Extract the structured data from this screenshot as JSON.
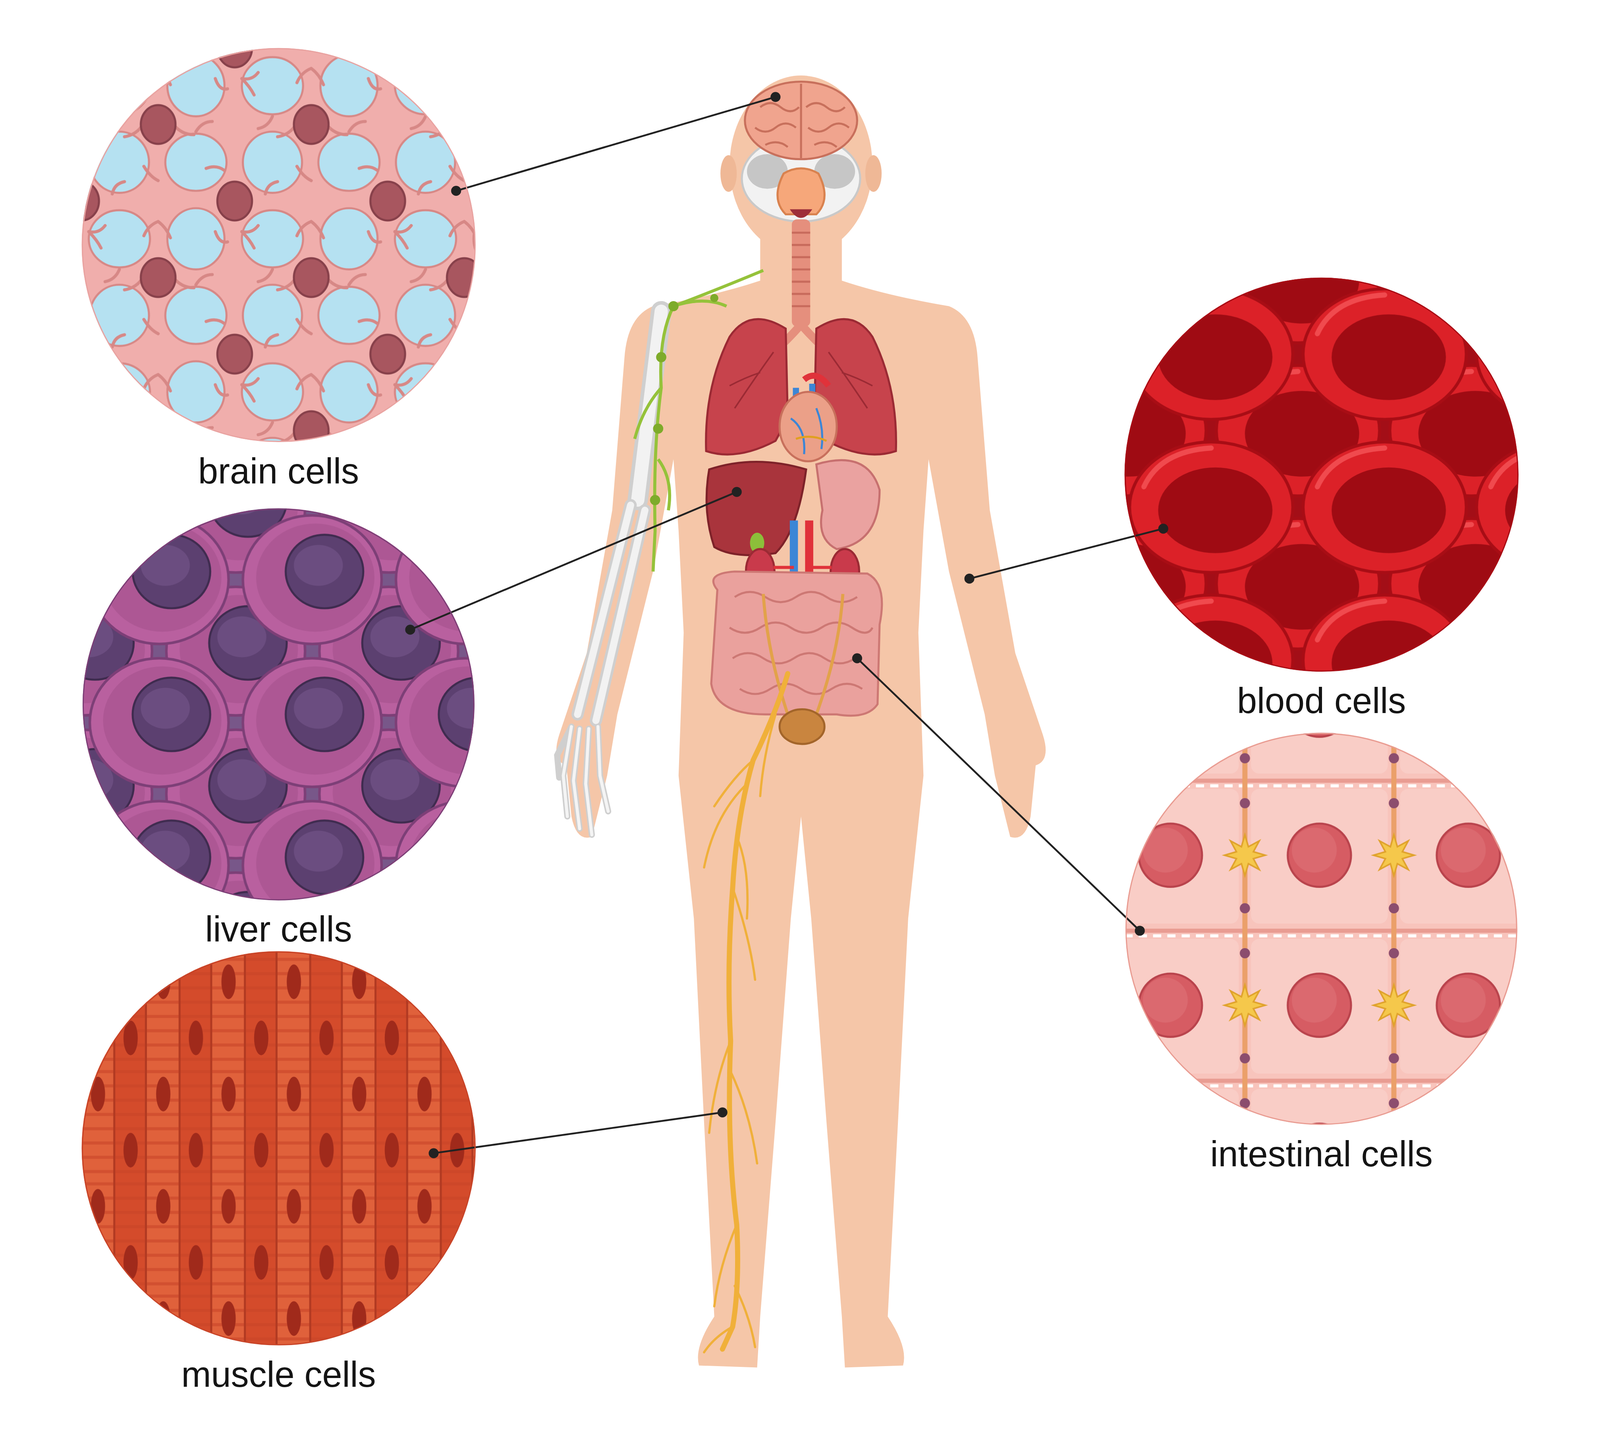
{
  "diagram": {
    "nodes": [
      {
        "text": [
          "brain cells"
        ]
      },
      {
        "text": [
          "blood cells"
        ]
      },
      {
        "text": [
          "liver cells"
        ]
      },
      {
        "text": [
          "intestinal cells"
        ]
      },
      {
        "text": [
          "muscle cells"
        ]
      }
    ]
  }
}
